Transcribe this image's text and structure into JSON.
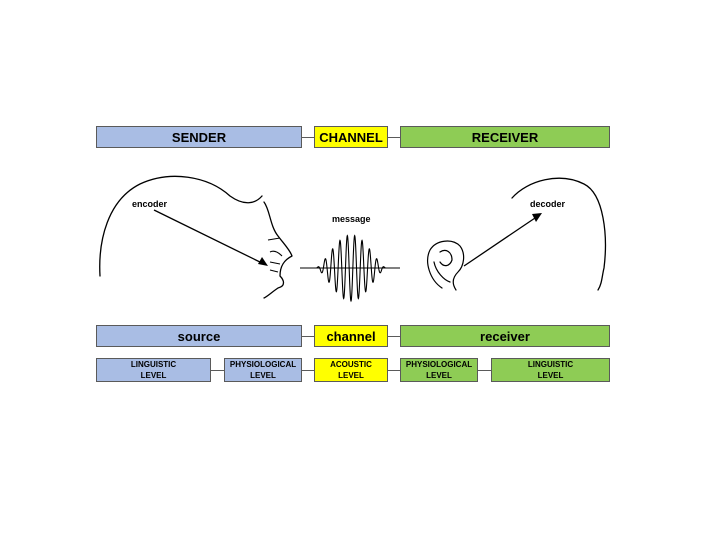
{
  "top_row": {
    "sender": "SENDER",
    "channel": "CHANNEL",
    "receiver": "RECEIVER"
  },
  "middle_row": {
    "source": "source",
    "channel": "channel",
    "receiver": "receiver"
  },
  "levels": {
    "sender_linguistic": [
      "LINGUISTIC",
      "LEVEL"
    ],
    "sender_physiological": [
      "PHYSIOLOGICAL",
      "LEVEL"
    ],
    "acoustic": [
      "ACOUSTIC",
      "LEVEL"
    ],
    "receiver_physiological": [
      "PHYSIOLOGICAL",
      "LEVEL"
    ],
    "receiver_linguistic": [
      "LINGUISTIC",
      "LEVEL"
    ]
  },
  "labels": {
    "encoder": "encoder",
    "message": "message",
    "decoder": "decoder"
  },
  "colors": {
    "sender": "#a9bde4",
    "channel": "#ffff00",
    "receiver": "#8ecc55"
  }
}
